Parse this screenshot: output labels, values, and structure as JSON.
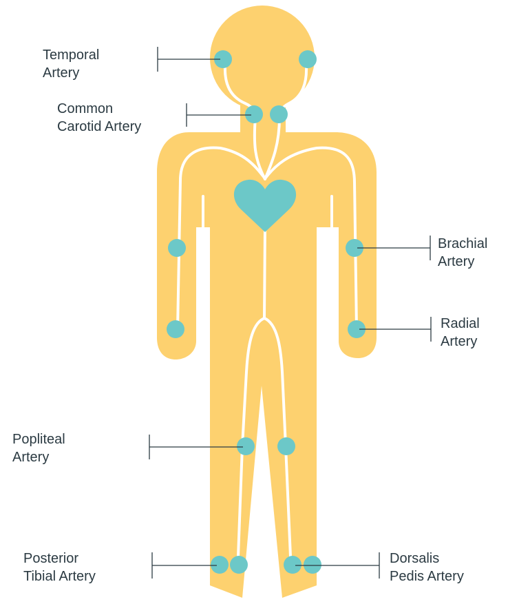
{
  "colors": {
    "body": "#FDD16F",
    "pulse": "#6CC8C8",
    "heart": "#6CC8C8",
    "vessel": "#FFFFFF",
    "leader": "#2B3A42",
    "text": "#2B3A42"
  },
  "labels": {
    "temporal": [
      "Temporal",
      "Artery"
    ],
    "carotid": [
      "Common",
      "Carotid Artery"
    ],
    "brachial": [
      "Brachial",
      "Artery"
    ],
    "radial": [
      "Radial",
      "Artery"
    ],
    "popliteal": [
      "Popliteal",
      "Artery"
    ],
    "posterior_tibial": [
      "Posterior",
      "Tibial Artery"
    ],
    "dorsalis_pedis": [
      "Dorsalis",
      "Pedis Artery"
    ]
  }
}
